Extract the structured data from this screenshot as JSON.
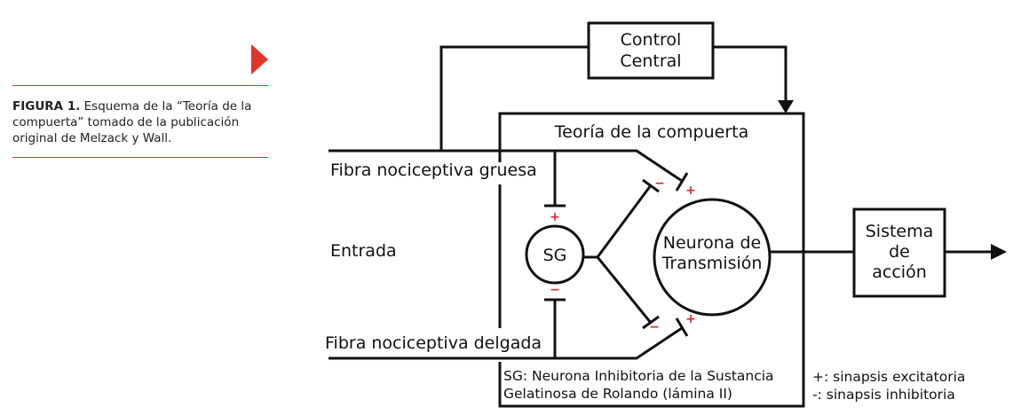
{
  "caption": {
    "lead": "FIGURA 1.",
    "text": " Esquema de la “Teoría de la compuerta” tomado de la publicación original de Melzack y Wall."
  },
  "diagram": {
    "control_central": [
      "Control",
      "Central"
    ],
    "box_title": "Teoría de la compuerta",
    "fibra_gruesa": "Fibra nociceptiva gruesa",
    "fibra_delgada": "Fibra nociceptiva delgada",
    "entrada": "Entrada",
    "sg": "SG",
    "neurona": [
      "Neurona de",
      "Transmisión"
    ],
    "sistema": [
      "Sistema",
      "de",
      "acción"
    ],
    "sg_note": [
      "SG: Neurona Inhibitoria de la Sustancia",
      "Gelatinosa de Rolando (lámina II)"
    ],
    "legend": [
      "+: sinapsis excitatoria",
      "-: sinapsis inhibitoria"
    ],
    "plus": "+",
    "minus": "−"
  },
  "colors": {
    "accent": "#e0342b",
    "sign": "#d8262b",
    "line": "#111111"
  }
}
